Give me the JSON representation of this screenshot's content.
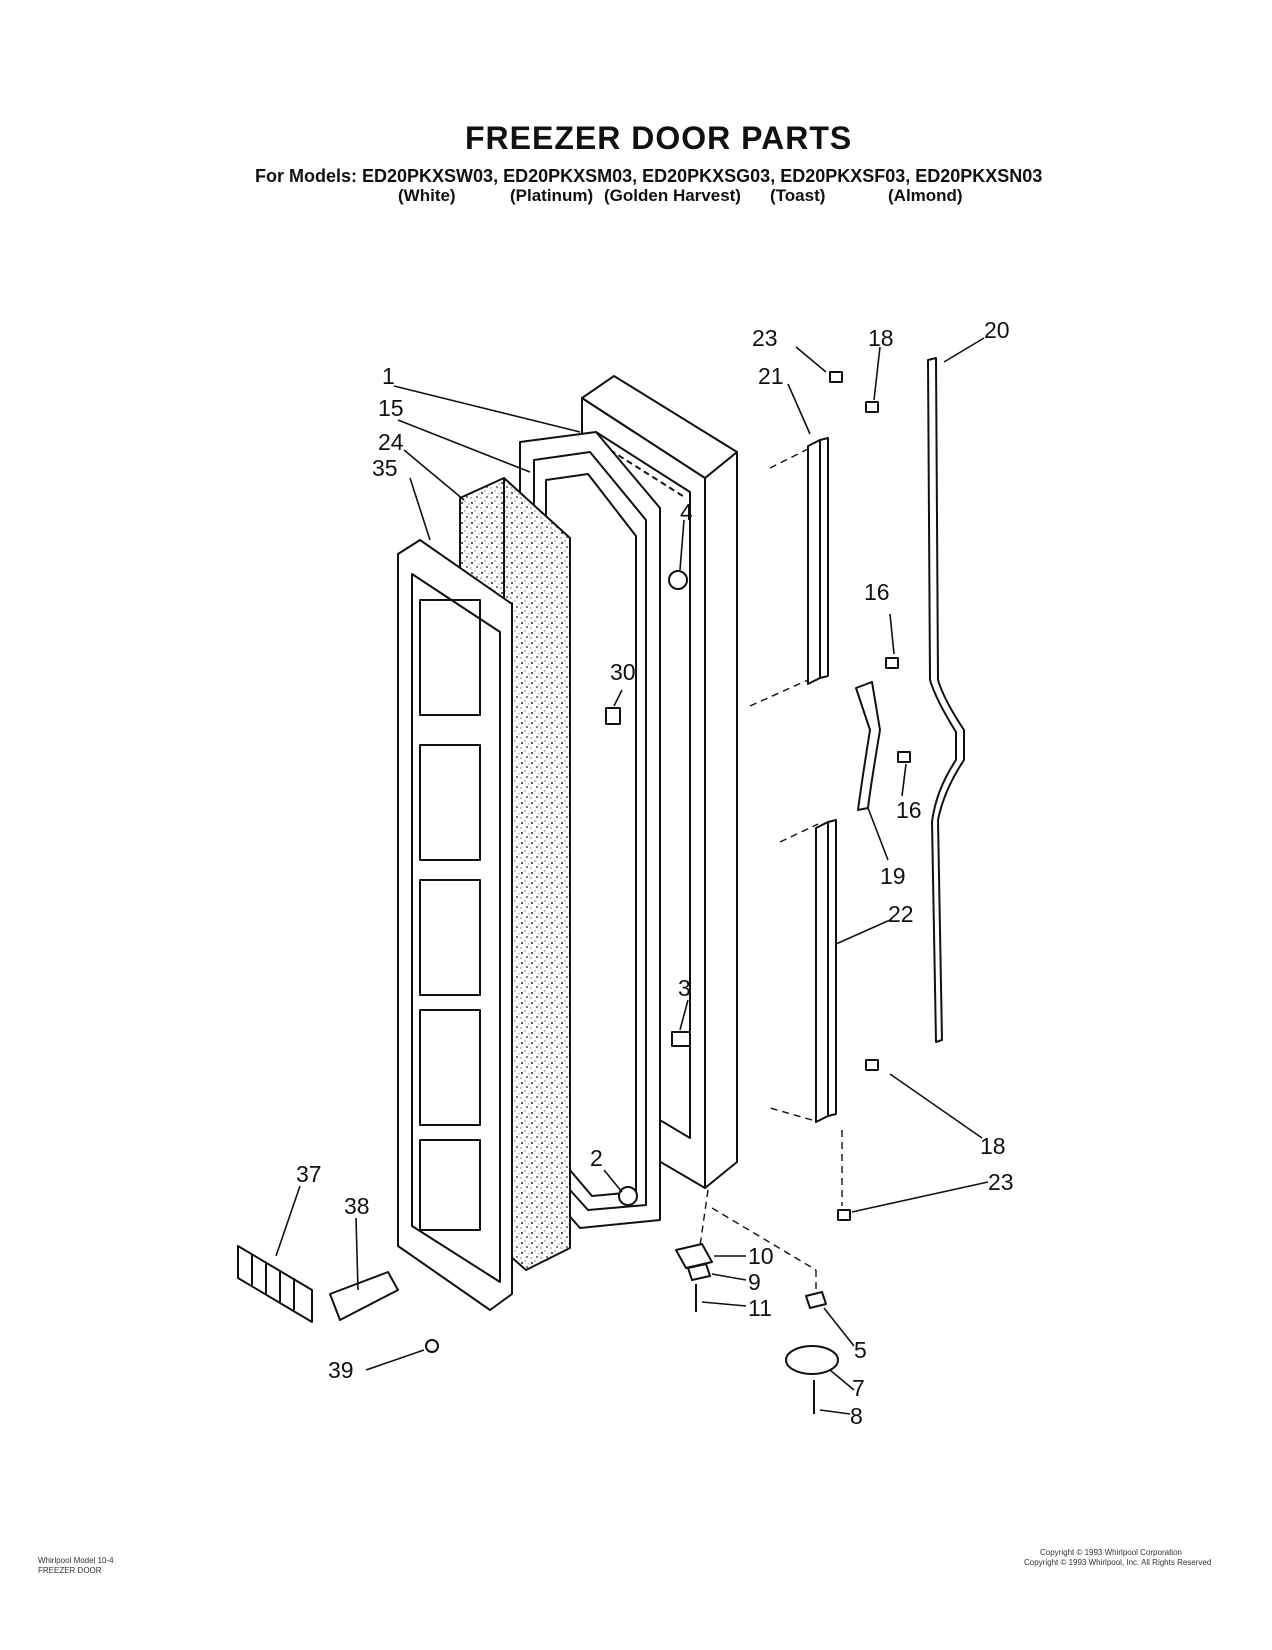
{
  "title": "FREEZER DOOR PARTS",
  "models_label": "For Models:",
  "models": "ED20PKXSW03, ED20PKXSM03, ED20PKXSG03, ED20PKXSF03, ED20PKXSN03",
  "colors": [
    "(White)",
    "(Platinum)",
    "(Golden Harvest)",
    "(Toast)",
    "(Almond)"
  ],
  "callouts": [
    "1",
    "15",
    "24",
    "35",
    "4",
    "30",
    "3",
    "2",
    "23",
    "18",
    "21",
    "20",
    "16",
    "16",
    "19",
    "22",
    "18",
    "23",
    "10",
    "9",
    "11",
    "5",
    "7",
    "8",
    "37",
    "38",
    "39"
  ],
  "footer_left": [
    "Whirlpool Model 10-4",
    "FREEZER DOOR"
  ],
  "footer_right": [
    "Copyright © 1993 Whirlpool Corporation",
    "Copyright © 1993 Whirlpool, Inc. All Rights Reserved"
  ]
}
